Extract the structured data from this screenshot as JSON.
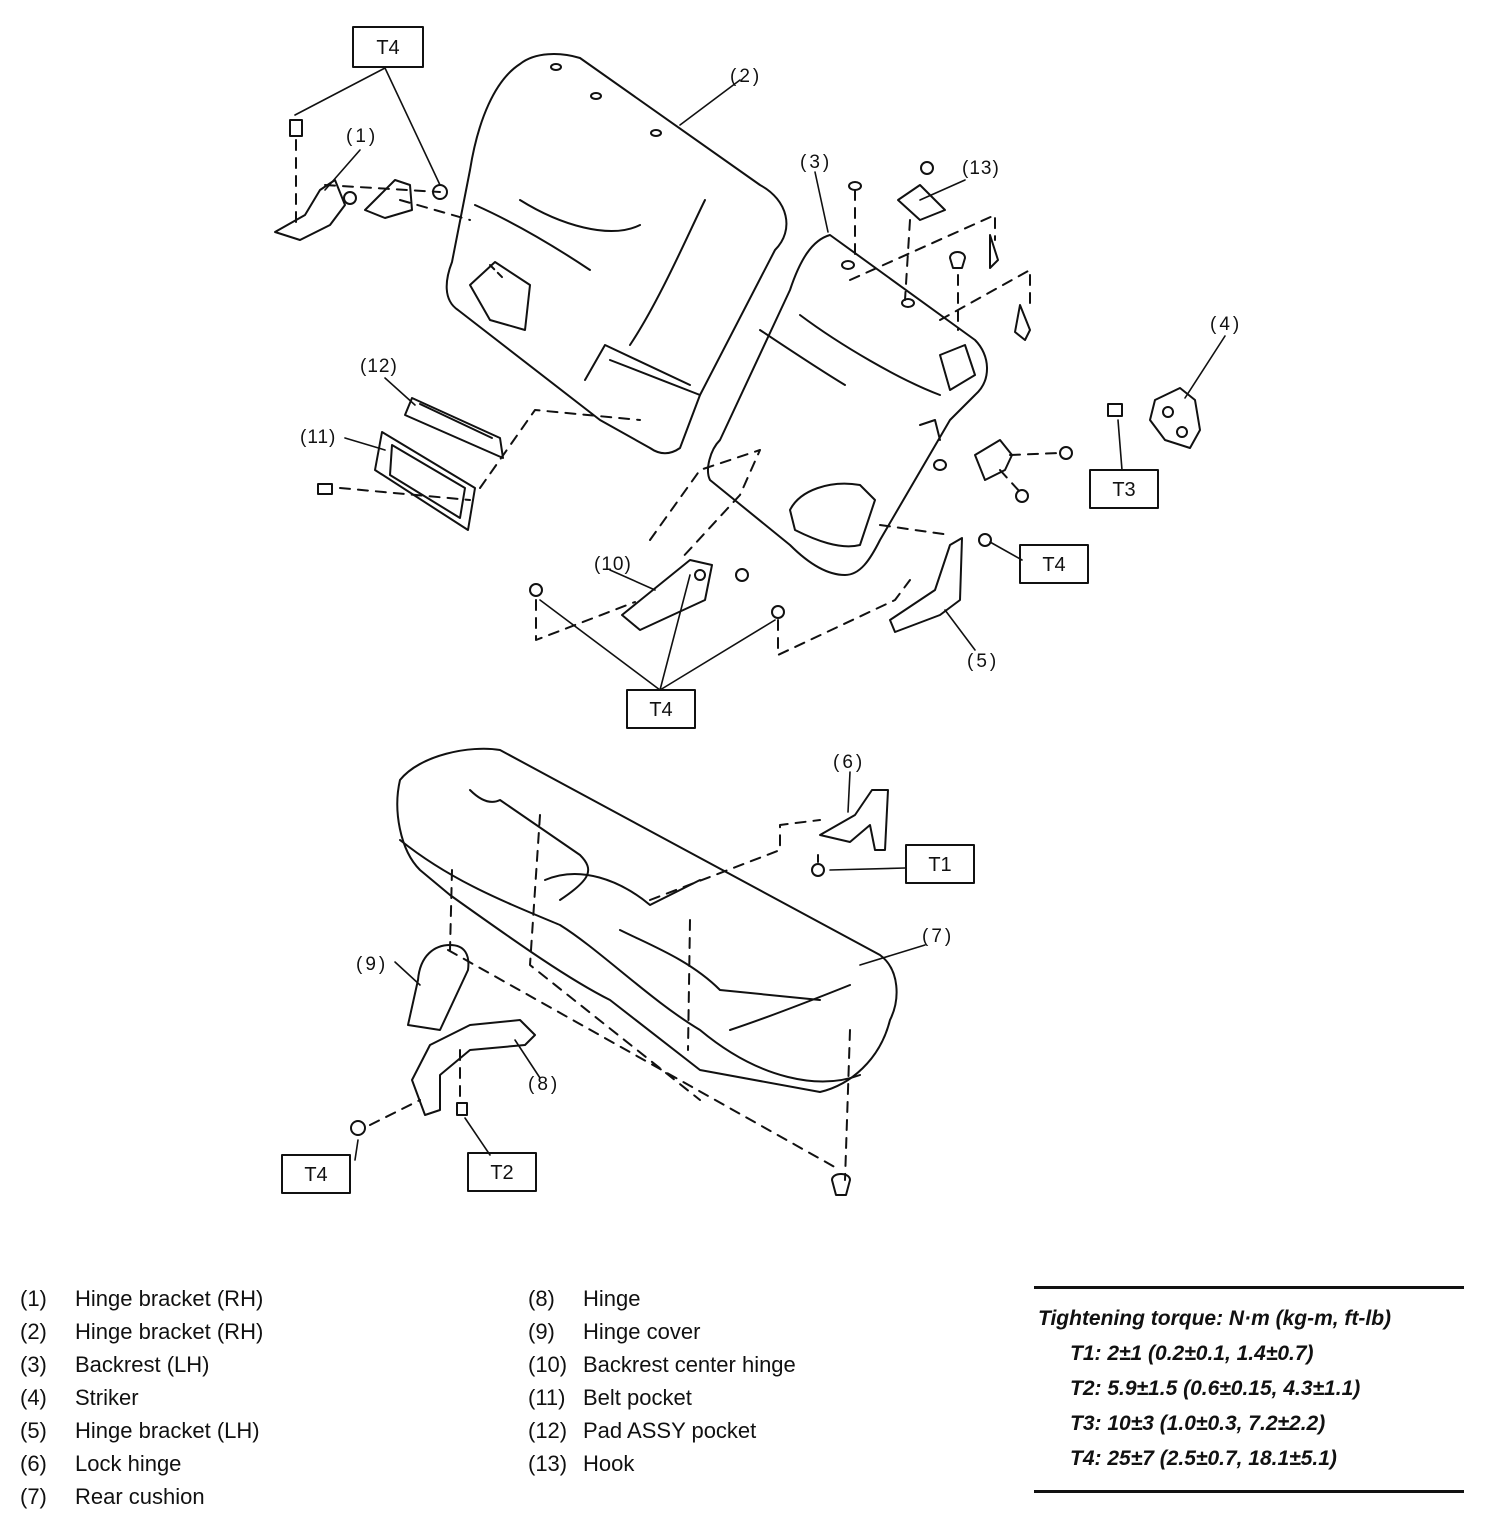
{
  "callouts": {
    "c1": "(1)",
    "c2": "(2)",
    "c3": "(3)",
    "c4": "(4)",
    "c5": "(5)",
    "c6": "(6)",
    "c7": "(7)",
    "c8": "(8)",
    "c9": "(9)",
    "c10": "(10)",
    "c11": "(11)",
    "c12": "(12)",
    "c13": "(13)"
  },
  "torque_boxes": {
    "t4_top": "T4",
    "t3": "T3",
    "t4_right": "T4",
    "t4_center": "T4",
    "t1": "T1",
    "t4_bottom": "T4",
    "t2": "T2"
  },
  "legend": {
    "left": [
      {
        "num": "(1)",
        "label": "Hinge bracket (RH)"
      },
      {
        "num": "(2)",
        "label": "Hinge bracket (RH)"
      },
      {
        "num": "(3)",
        "label": "Backrest (LH)"
      },
      {
        "num": "(4)",
        "label": "Striker"
      },
      {
        "num": "(5)",
        "label": "Hinge bracket (LH)"
      },
      {
        "num": "(6)",
        "label": "Lock hinge"
      },
      {
        "num": "(7)",
        "label": "Rear cushion"
      }
    ],
    "right": [
      {
        "num": "(8)",
        "label": "Hinge"
      },
      {
        "num": "(9)",
        "label": "Hinge cover"
      },
      {
        "num": "(10)",
        "label": "Backrest center hinge"
      },
      {
        "num": "(11)",
        "label": "Belt pocket"
      },
      {
        "num": "(12)",
        "label": "Pad ASSY pocket"
      },
      {
        "num": "(13)",
        "label": "Hook"
      }
    ]
  },
  "torque_table": {
    "title": "Tightening torque: N·m (kg-m, ft-lb)",
    "specs": [
      "T1: 2±1 (0.2±0.1, 1.4±0.7)",
      "T2: 5.9±1.5 (0.6±0.15, 4.3±1.1)",
      "T3: 10±3 (1.0±0.3, 7.2±2.2)",
      "T4: 25±7 (2.5±0.7, 18.1±5.1)"
    ]
  }
}
